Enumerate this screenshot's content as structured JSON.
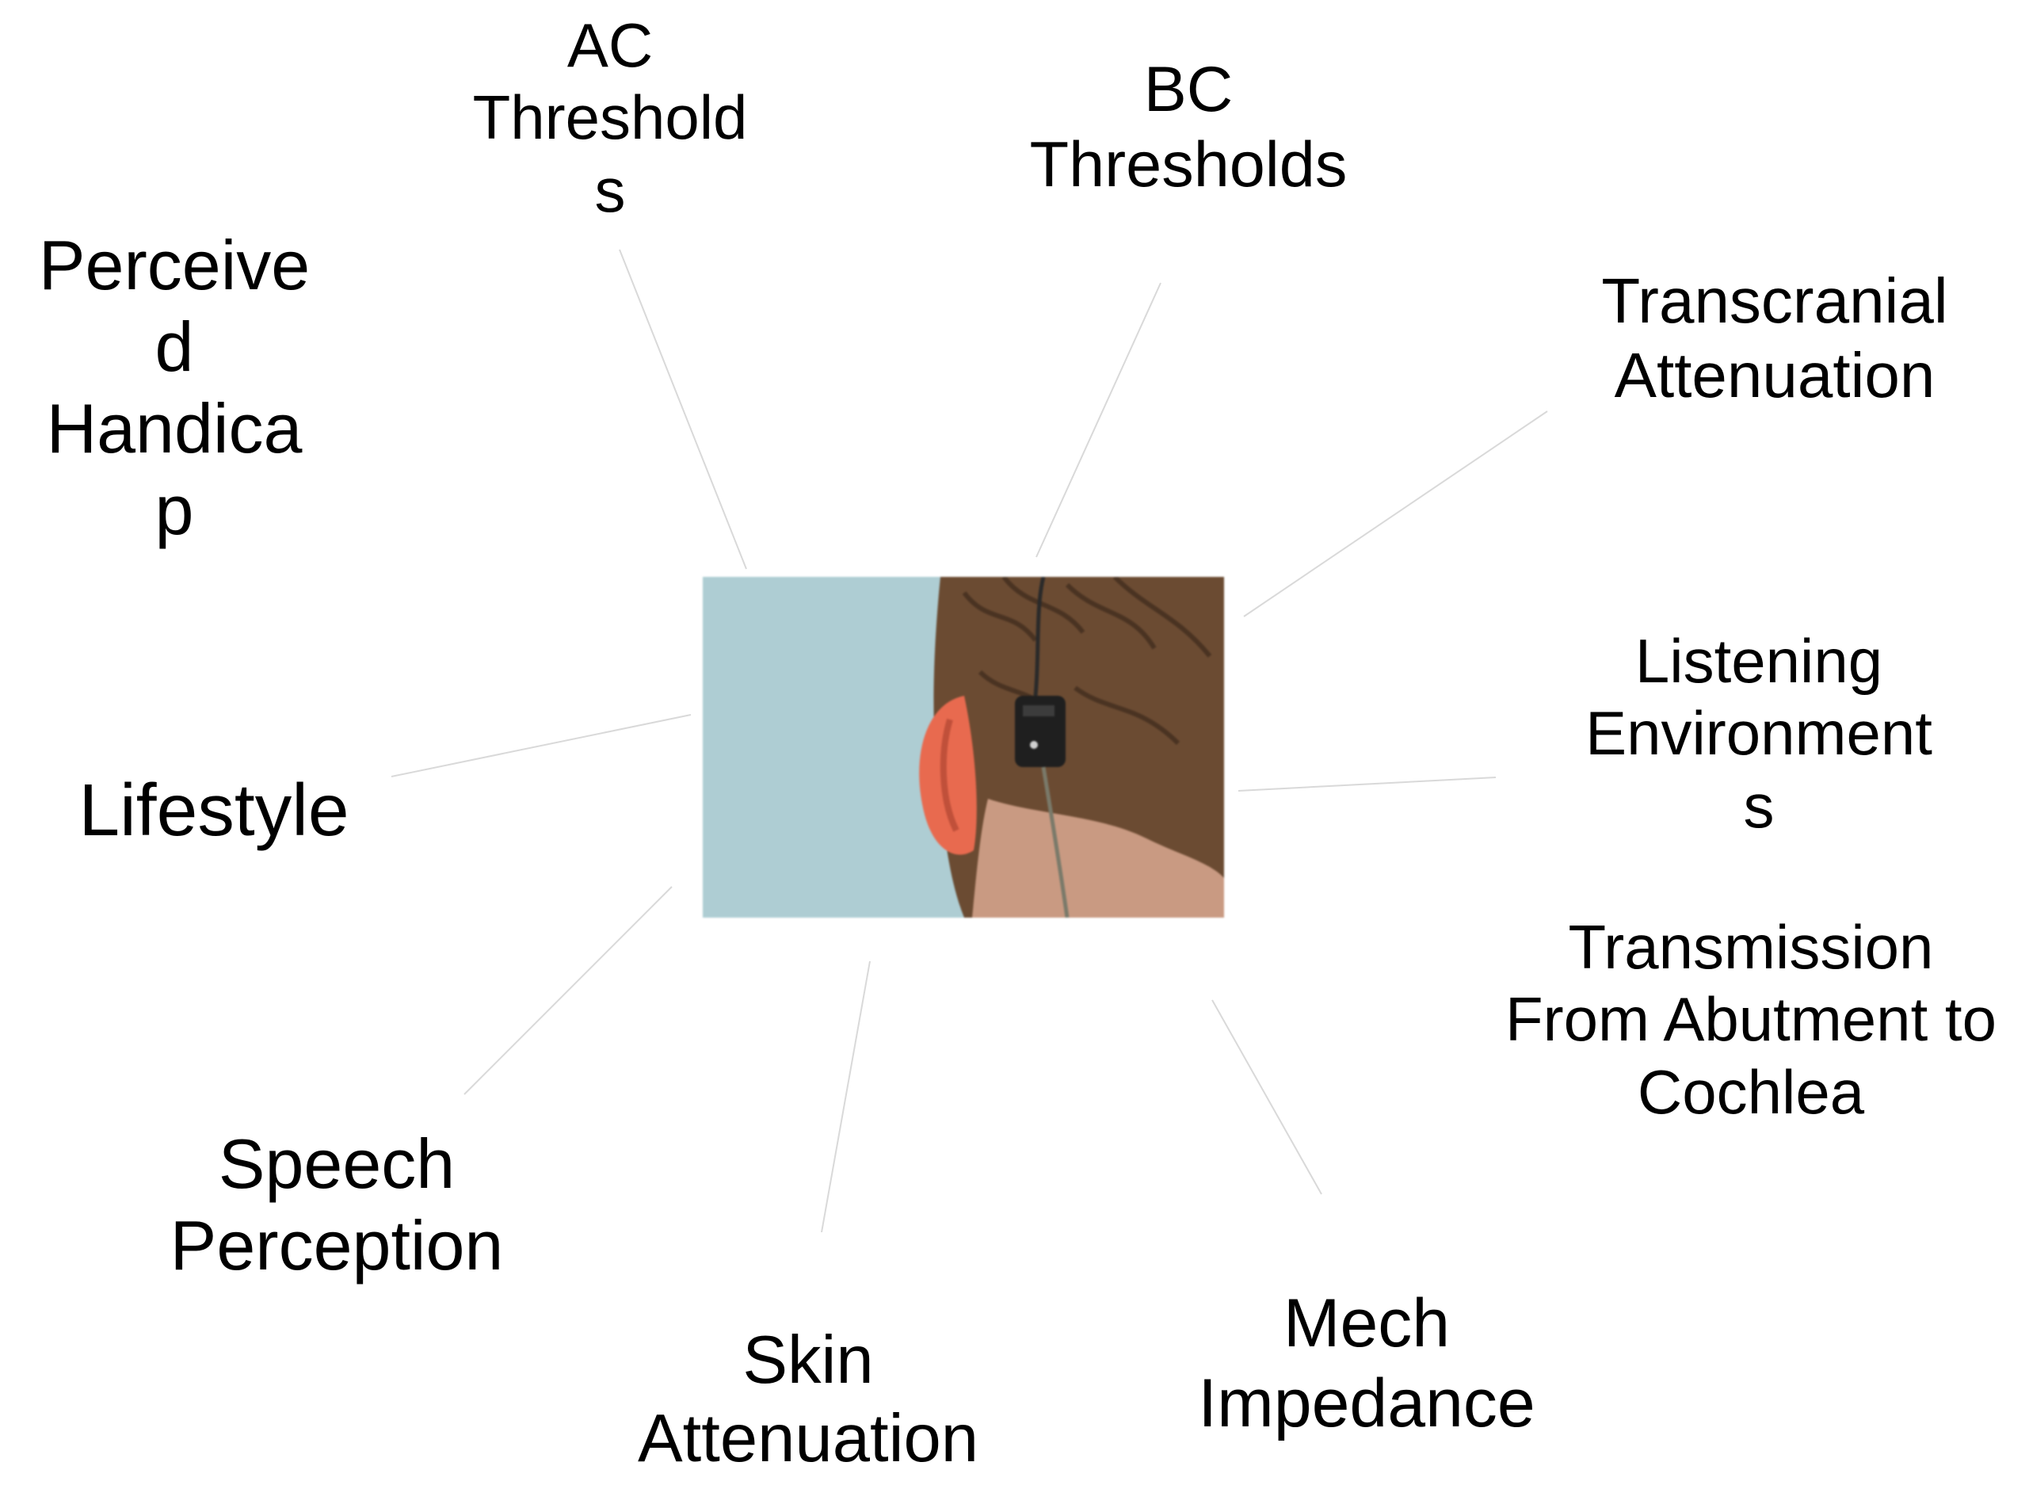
{
  "labels": {
    "ac_thresholds": "AC\nThreshold\ns",
    "bc_thresholds": "BC\nThresholds",
    "transcranial_attenuation": "Transcranial\nAttenuation",
    "perceived_handicap": "Perceive\nd\nHandica\np",
    "listening_environments": "Listening\nEnvironment\ns",
    "lifestyle": "Lifestyle",
    "transmission": "Transmission\nFrom Abutment to\nCochlea",
    "speech_perception": "Speech\nPerception",
    "skin_attenuation": "Skin\nAttenuation",
    "mech_impedance": "Mech\nImpedance"
  },
  "colors": {
    "connector": "#d9d9d9",
    "sky": "#aecdd3",
    "hair": "#6b4b32",
    "ear": "#e86a4f",
    "device": "#1f1f1f"
  },
  "center_image": {
    "icon": "bone-anchored-hearing-device-photo"
  }
}
